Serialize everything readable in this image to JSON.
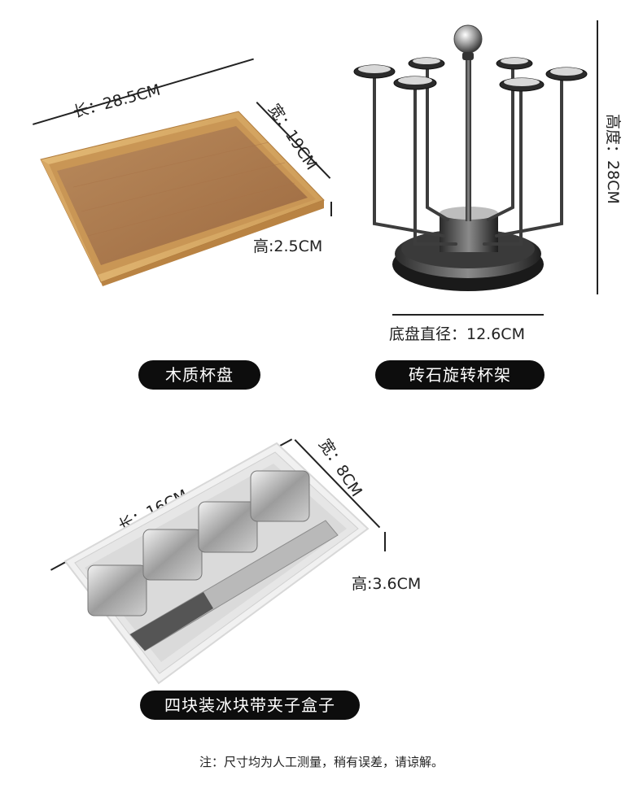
{
  "tray": {
    "length": "长：28.5CM",
    "width": "宽：19CM",
    "height": "高:2.5CM",
    "label": "木质杯盘"
  },
  "rack": {
    "height": "高度：28CM",
    "diameter": "底盘直径：12.6CM",
    "label": "砖石旋转杯架"
  },
  "ice": {
    "length": "长：16CM",
    "width": "宽：8CM",
    "height": "高:3.6CM",
    "label": "四块装冰块带夹子盒子"
  },
  "note": "注：尺寸均为人工测量，稍有误差，请谅解。"
}
